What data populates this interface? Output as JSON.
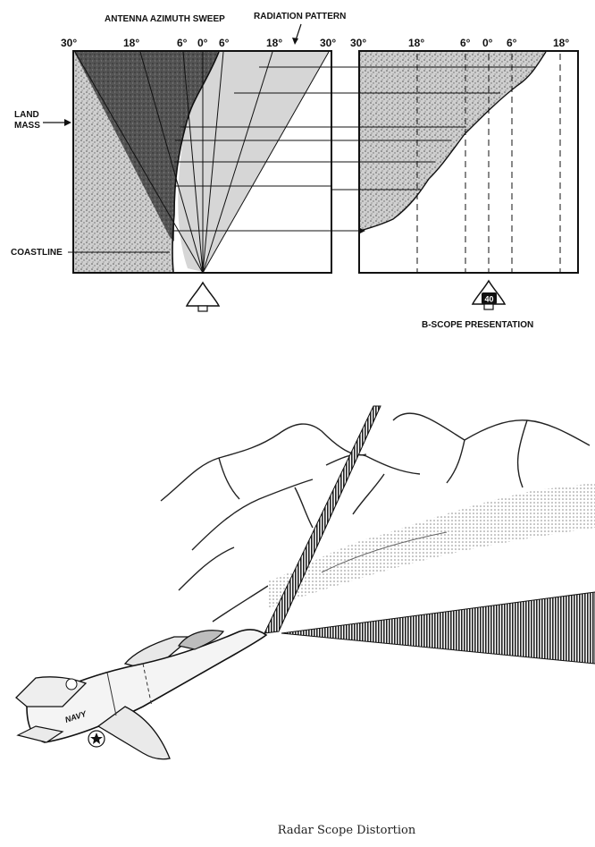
{
  "top_diagram": {
    "title_sweep": "ANTENNA AZIMUTH SWEEP",
    "title_pattern": "RADIATION PATTERN",
    "left_scale": [
      "30°",
      "18°",
      "6°",
      "0°",
      "6°",
      "18°",
      "30°"
    ],
    "right_scale": [
      "30°",
      "18°",
      "6°",
      "0°",
      "6°",
      "18°"
    ],
    "land_mass_line1": "LAND",
    "land_mass_line2": "MASS",
    "coastline": "COASTLINE",
    "bscope_label": "B-SCOPE PRESENTATION",
    "indicator_value": "40"
  },
  "bottom_illustration": {
    "aircraft_marking": "NAVY"
  },
  "caption": "Radar Scope Distortion",
  "colors": {
    "ink": "#111111",
    "land_dark": "#555555",
    "land_light": "#c8c8c8",
    "beam": "#d9d9d9",
    "paper": "#ffffff"
  }
}
